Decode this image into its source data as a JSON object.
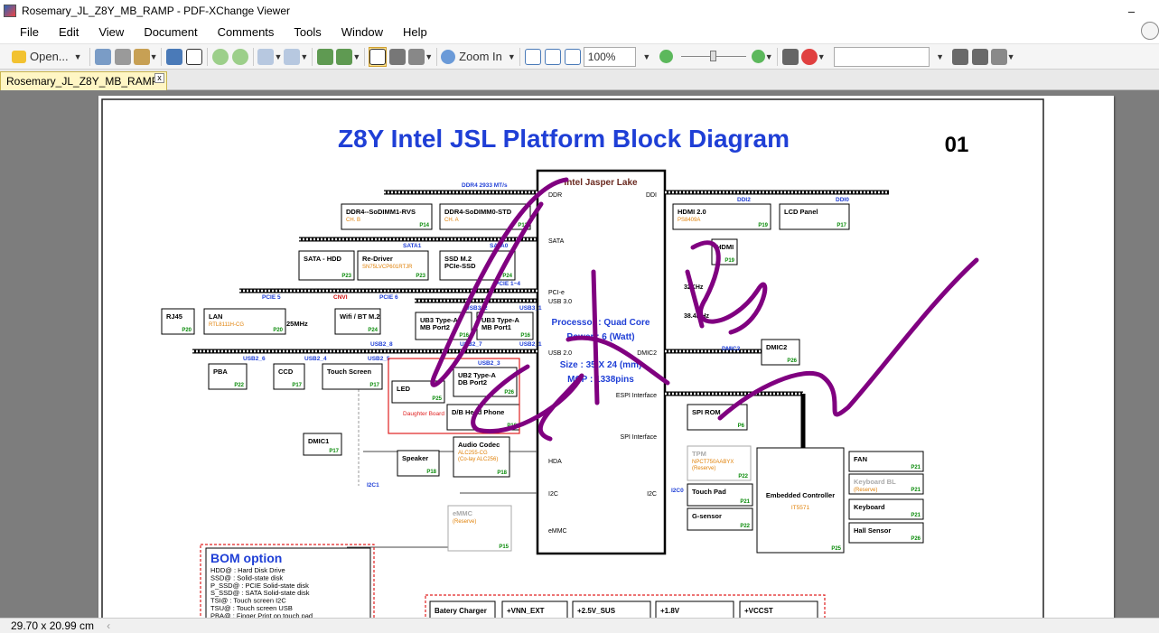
{
  "window": {
    "title": "Rosemary_JL_Z8Y_MB_RAMP - PDF-XChange Viewer",
    "minimize": "–"
  },
  "menu": [
    "File",
    "Edit",
    "View",
    "Document",
    "Comments",
    "Tools",
    "Window",
    "Help"
  ],
  "toolbar": {
    "open_label": "Open...",
    "zoom_in_label": "Zoom In",
    "zoom_value": "100%"
  },
  "tab": {
    "label": "Rosemary_JL_Z8Y_MB_RAMP",
    "close": "x"
  },
  "status": {
    "page_size": "29.70 x 20.99 cm"
  },
  "diagram": {
    "title": "Z8Y Intel JSL Platform Block Diagram",
    "page_number": "01",
    "cpu": {
      "name": "Intel Jasper Lake",
      "specs": [
        "Processor : Quad Core",
        "Power : 6 (Watt)",
        "Size : 35 X 24 (mm)",
        "MCP : 1338pins"
      ],
      "ports_left": [
        "DDR",
        "SATA",
        "PCI-e",
        "USB 3.0",
        "USB 2.0",
        "HDA",
        "I2C",
        "eMMC"
      ],
      "ports_right": [
        "DDI",
        "DMIC2",
        "ESPI Interface",
        "SPI Interface",
        "I2C"
      ]
    },
    "bus_labels": [
      "DDR4 2933 MT/s",
      "SATA1",
      "SATA0",
      "PCIE 1~4",
      "PCIE 5",
      "CNVI",
      "PCIE 6",
      "USB3_2",
      "USB3_1",
      "USB2_8",
      "USB2_7",
      "USB2_1",
      "USB2_6",
      "USB2_4",
      "USB2_5",
      "USB2_3",
      "DDI2",
      "DDI0",
      "DMIC2",
      "I2C1",
      "I2C0"
    ],
    "blocks": [
      {
        "name": "DDR4--SoDIMM1-RVS",
        "sub": "CH. B",
        "page": "P14"
      },
      {
        "name": "DDR4-SoDIMM0-STD",
        "sub": "CH. A",
        "page": "P13"
      },
      {
        "name": "SATA - HDD",
        "sub": "",
        "page": "P23"
      },
      {
        "name": "Re-Driver",
        "sub": "SN75LVCP601RTJR",
        "page": "P23"
      },
      {
        "name": "SSD M.2 PCIe-SSD",
        "sub": "",
        "page": "P24"
      },
      {
        "name": "RJ45",
        "sub": "",
        "page": "P20"
      },
      {
        "name": "LAN",
        "sub": "RTL8111H-CG",
        "page": "P20"
      },
      {
        "name": "25MHz",
        "sub": "",
        "page": ""
      },
      {
        "name": "Wifi / BT M.2",
        "sub": "",
        "page": "P24"
      },
      {
        "name": "UB3 Type-A MB Port2",
        "sub": "",
        "page": "P16"
      },
      {
        "name": "UB3 Type-A MB Port1",
        "sub": "",
        "page": "P16"
      },
      {
        "name": "PBA",
        "sub": "",
        "page": "P22"
      },
      {
        "name": "CCD",
        "sub": "",
        "page": "P17"
      },
      {
        "name": "Touch Screen",
        "sub": "",
        "page": "P17"
      },
      {
        "name": "LED",
        "sub": "",
        "page": "P25"
      },
      {
        "name": "UB2 Type-A DB Port2",
        "sub": "",
        "page": "P26"
      },
      {
        "name": "D/B Head Phone",
        "sub": "",
        "page": "P18"
      },
      {
        "name": "DMIC1",
        "sub": "",
        "page": "P17"
      },
      {
        "name": "Speaker",
        "sub": "",
        "page": "P18"
      },
      {
        "name": "Audio Codec",
        "sub": "ALC255-CG (Co-lay ALC256)",
        "page": "P18"
      },
      {
        "name": "eMMC",
        "sub": "(Reserve)",
        "page": "P15"
      },
      {
        "name": "HDMI 2.0",
        "sub": "PS8409A",
        "page": "P19"
      },
      {
        "name": "LCD Panel",
        "sub": "",
        "page": "P17"
      },
      {
        "name": "HDMI",
        "sub": "",
        "page": "P19"
      },
      {
        "name": "DMIC2",
        "sub": "",
        "page": "P26"
      },
      {
        "name": "SPI ROM",
        "sub": "",
        "page": "P6"
      },
      {
        "name": "TPM",
        "sub": "NPCT750AABYX (Reserve)",
        "page": "P22"
      },
      {
        "name": "Touch Pad",
        "sub": "",
        "page": "P21"
      },
      {
        "name": "G-sensor",
        "sub": "",
        "page": "P22"
      },
      {
        "name": "Embedded Controller",
        "sub": "IT5571",
        "page": "P25"
      },
      {
        "name": "FAN",
        "sub": "",
        "page": "P21"
      },
      {
        "name": "Keyboard BL",
        "sub": "(Reserve)",
        "page": "P21"
      },
      {
        "name": "Keyboard",
        "sub": "",
        "page": "P21"
      },
      {
        "name": "Hall Sensor",
        "sub": "",
        "page": "P26"
      }
    ],
    "crystals": [
      "32KHz",
      "38.4MHz"
    ],
    "daughter_board_label": "Daughter Board",
    "bom": {
      "title": "BOM option",
      "lines": [
        "HDD@ : Hard Disk Drive",
        "SSD@ : Solid-state disk",
        "P_SSD@ : PCIE  Solid-state disk",
        "S_SSD@ : SATA  Solid-state disk",
        "TSI@ : Touch screen I2C",
        "TSU@ : Touch screen USB",
        "PBA@ : Finger Print on touch pad"
      ]
    },
    "power": [
      "Batery Charger",
      "+VNN_EXT",
      "+2.5V_SUS",
      "+1.8V",
      "+VCCST"
    ]
  },
  "colors": {
    "title": "#1f3fd6",
    "specs": "#1f3fd6",
    "bus_label": "#1f3fd6",
    "part_number": "#e0820a",
    "page_ref": "#0a8a0a",
    "cnvi": "#d01010",
    "annotation": "#800080",
    "tab_bg": "#fff6c4"
  },
  "icons": [
    "open-folder-icon",
    "save-icon",
    "print-icon",
    "scan-icon",
    "ocr-icon",
    "back-icon",
    "forward-icon",
    "undo-icon",
    "redo-icon",
    "hand-tool-icon",
    "snapshot-icon",
    "select-icon",
    "zoom-in-icon",
    "fit-page-icon",
    "zoom-out-minus-icon",
    "zoom-plus-icon"
  ]
}
